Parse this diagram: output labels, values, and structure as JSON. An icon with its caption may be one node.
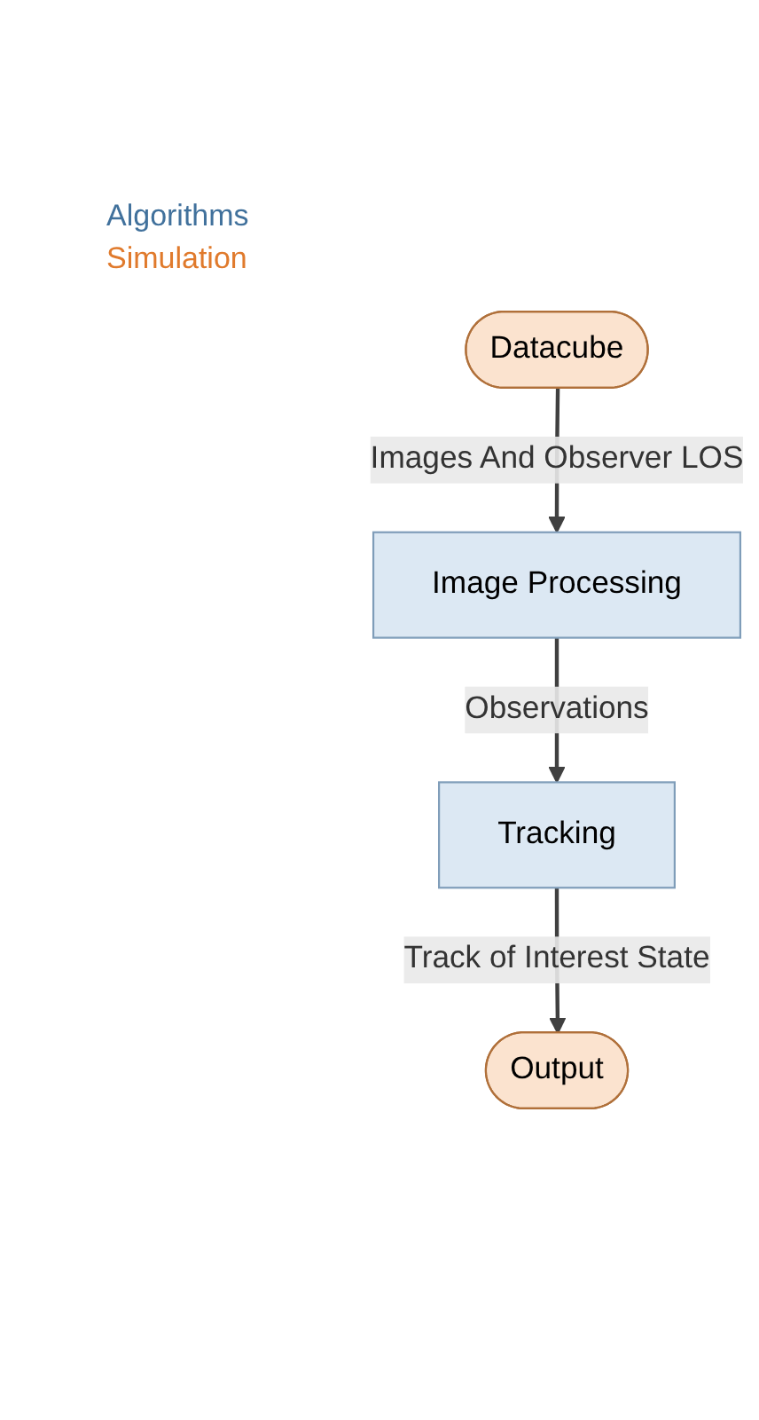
{
  "diagram": {
    "nodes": [
      {
        "text": [
          "Datacube"
        ]
      },
      {
        "text": [
          "Image Processing"
        ]
      },
      {
        "text": [
          "Tracking"
        ]
      },
      {
        "text": [
          "Output"
        ]
      }
    ],
    "edges": [
      {
        "from": 0,
        "to": 1,
        "arrow": "to",
        "label": "Images And Observer LOS"
      },
      {
        "from": 1,
        "to": 2,
        "arrow": "to",
        "label": "Observations"
      },
      {
        "from": 2,
        "to": 3,
        "arrow": "to",
        "label": "Track of Interest State"
      }
    ],
    "legend": [
      {
        "text": "Algorithms",
        "color": "#41719c"
      },
      {
        "text": "Simulation",
        "color": "#e07a2c"
      }
    ]
  }
}
